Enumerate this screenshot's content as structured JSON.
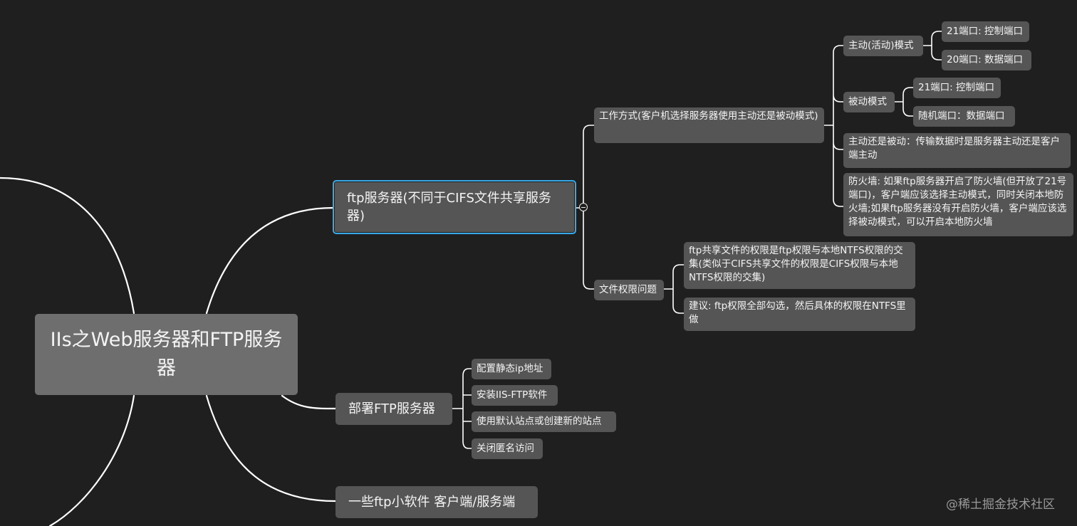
{
  "root": {
    "label": "IIs之Web服务器和FTP服务器"
  },
  "ftp_server": {
    "label": "ftp服务器(不同于CIFS文件共享服务器)",
    "work_mode": {
      "label": "工作方式(客户机选择服务器使用主动还是被动模式)",
      "active": {
        "label": "主动(活动)模式",
        "children": [
          "21端口: 控制端口",
          "20端口: 数据端口"
        ]
      },
      "passive": {
        "label": "被动模式",
        "children": [
          "21端口: 控制端口",
          "随机端口：数据端口"
        ]
      },
      "active_or_passive": "主动还是被动：传输数据时是服务器主动还是客户端主动",
      "firewall": "防火墙: 如果ftp服务器开启了防火墙(但开放了21号端口)，客户端应该选择主动模式，同时关闭本地防火墙;如果ftp服务器没有开启防火墙，客户端应该选择被动模式，可以开启本地防火墙"
    },
    "permissions": {
      "label": "文件权限问题",
      "children": [
        "ftp共享文件的权限是ftp权限与本地NTFS权限的交集(类似于CIFS共享文件的权限是CIFS权限与本地NTFS权限的交集)",
        "建议: ftp权限全部勾选，然后具体的权限在NTFS里做"
      ]
    }
  },
  "deploy": {
    "label": "部署FTP服务器",
    "children": [
      "配置静态ip地址",
      "安装IIS-FTP软件",
      "使用默认站点或创建新的站点",
      "关闭匿名访问"
    ]
  },
  "tools": {
    "label": "一些ftp小软件 客户端/服务端"
  },
  "watermark": "@稀土掘金技术社区",
  "colors": {
    "background": "#1f1f1f",
    "node": "#555555",
    "central": "#6e6e6e",
    "selected_border": "#38a8e8",
    "link": "#ffffff"
  }
}
